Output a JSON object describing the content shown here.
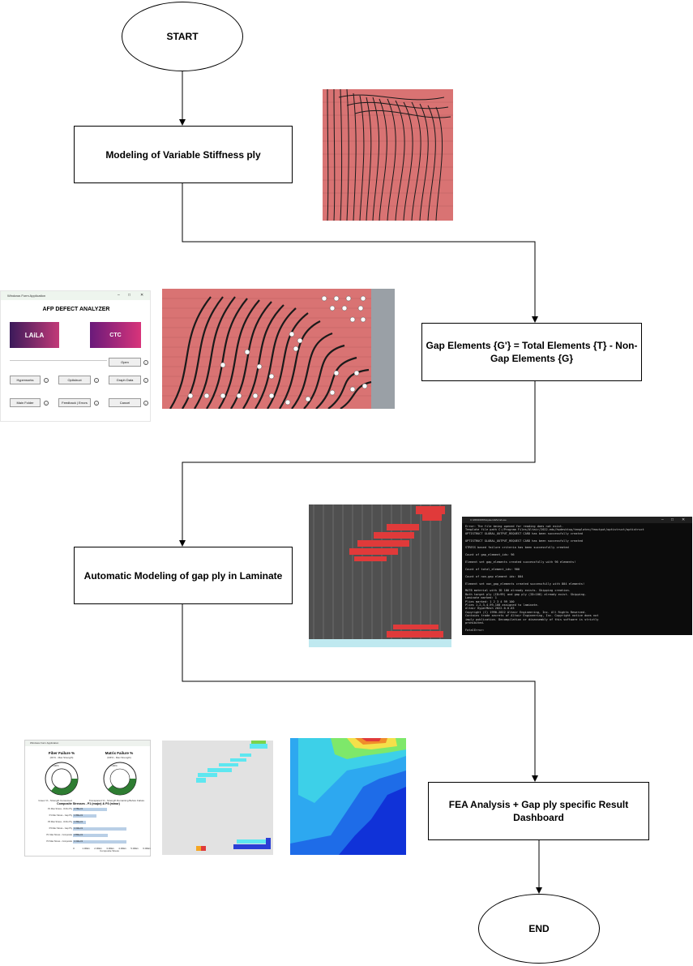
{
  "flow": {
    "start": "START",
    "step1": "Modeling of Variable Stiffness ply",
    "step2": "Gap Elements {G'} = Total Elements {T} - Non-Gap Elements {G}",
    "step3": "Automatic Modeling of gap ply in Laminate",
    "step4": "FEA Analysis + Gap ply specific Result Dashboard",
    "end": "END"
  },
  "app_window": {
    "title": "Windows Form Application",
    "heading": "AFP DEFECT ANALYZER",
    "logo_left": "LAiLA",
    "logo_right": "CTC",
    "buttons": {
      "open": "Open",
      "hyperworks": "Hyperworks",
      "optistruct": "Optistruct",
      "graph_data": "Graph Data",
      "main_folder": "Main Folder",
      "feedback": "Feedback | Errors",
      "cancel": "Cancel"
    },
    "info_glyph": "i"
  },
  "console": {
    "title": "C:\\WINDOWS\\system32\\cmd.exe",
    "lines": [
      "Error: The file being opened for reading does not exist.",
      "Template file path C:/Program Files/Altair/2022-edu/hwdesktop/templates/feoutput/optistruct/optistruct",
      "OPTISTRUCT GLOBAL_OUTPUT_REQUEST CARD has been successfully created",
      "",
      "OPTISTRUCT GLOBAL_OUTPUT_REQUEST CARD has been successfully created",
      "",
      "STRESS based failure criteria has been successfully created",
      "",
      "Count of gap_element_ids: 96",
      "",
      "Element set gap_elements created successfully with 96 elements!",
      "",
      "Count of total_element_ids: 900",
      "",
      "Count of non-gap element ids: 804",
      "",
      "Element set non_gap_elements created successfully with 804 elements!",
      "",
      "MAT8 material with ID 100 already exists. Skipping creation.",
      "Both target ply (ID=99) and gap ply (ID=100) already exist. Skipping.",
      "Laminate marked: 1",
      "Plies marked: 1 2 3 4 99 100",
      "Plies 1,2,3,4,99,100 assigned to laminate.",
      "Altair HyperMesh 2022.0.0.63",
      "Copyright (C) 1990-2022 Altair Engineering, Inc. All Rights Reserved.",
      "Contains trade secrets of Altair Engineering, Inc. Copyright notice does not",
      "imply publication. Decompilation or disassembly of this software is strictly",
      "prohibited.",
      "",
      "FatalError:"
    ]
  },
  "dashboard": {
    "title": "Windows Form Application",
    "fiber_heading": "Fiber Failure %",
    "fiber_sub": "(FF% - Max Strength)",
    "matrix_heading": "Matrix Failure %",
    "matrix_sub": "(MF% - Max Strength)",
    "fiber_center": "100%",
    "matrix_center": "100%",
    "legend_left": "Green % - Strength Consumed",
    "legend_right": "Transparent % - Strength Remaining Before Failure",
    "chart_title": "Composite Stresses - P1 (major) & P3 (minor)",
    "rows": [
      {
        "label": "P1 Max Stress - Ortho Ply",
        "value": "2.78E+01"
      },
      {
        "label": "P1 Max Stress - Gap Ply",
        "value": "1.95E+01"
      },
      {
        "label": "P3 Max Stress - Ortho Ply",
        "value": "1.05E+01"
      },
      {
        "label": "P3 Max Stress - Gap Ply",
        "value": "4.41E+01"
      },
      {
        "label": "P1 Max Stress - Composite",
        "value": "2.85E+01"
      },
      {
        "label": "P3 Max Stress - Composite",
        "value": "4.41E+01"
      }
    ],
    "axis_ticks": [
      "0",
      "1.00E1",
      "2.00E1",
      "3.00E1",
      "4.00E1",
      "5.00E1",
      "6.00E1"
    ],
    "axis_label": "Composite Stress"
  },
  "colors": {
    "mesh_red": "#d97373",
    "fiber_black": "#1a1a1a",
    "gap_red": "#e03a3a",
    "console_bg": "#0c0c0c",
    "donut_green": "#2e7d32",
    "bar_blue": "#b9cfe6"
  }
}
